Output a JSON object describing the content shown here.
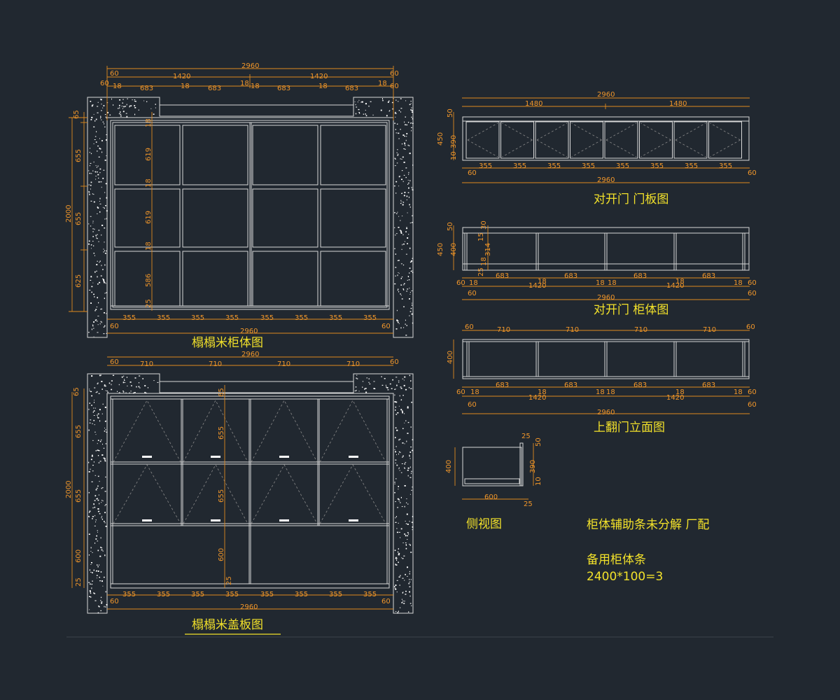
{
  "titles": {
    "tatami_body": "榻榻米柜体图",
    "tatami_cover": "榻榻米盖板图",
    "double_door_panel": "对开门 门板图",
    "double_door_body": "对开门 柜体图",
    "flip_door_elevation": "上翻门立面图",
    "side_view": "侧视图"
  },
  "notes": {
    "strip_note": "柜体辅助条未分解 厂配",
    "spare_label": "备用柜体条",
    "spare_value": "2400*100=3"
  },
  "dims": {
    "v2960": "2960",
    "v60": "60",
    "v1420": "1420",
    "v1480": "1480",
    "v18": "18",
    "v683": "683",
    "v710": "710",
    "v355": "355",
    "v65": "65",
    "v655": "655",
    "v625": "625",
    "v2000": "2000",
    "v619": "619",
    "v586": "586",
    "v25": "25",
    "v600": "600",
    "v450": "450",
    "v50": "50",
    "v390": "390",
    "v10": "10",
    "v400": "400",
    "v314": "314",
    "v15": "15",
    "v30": "30"
  }
}
